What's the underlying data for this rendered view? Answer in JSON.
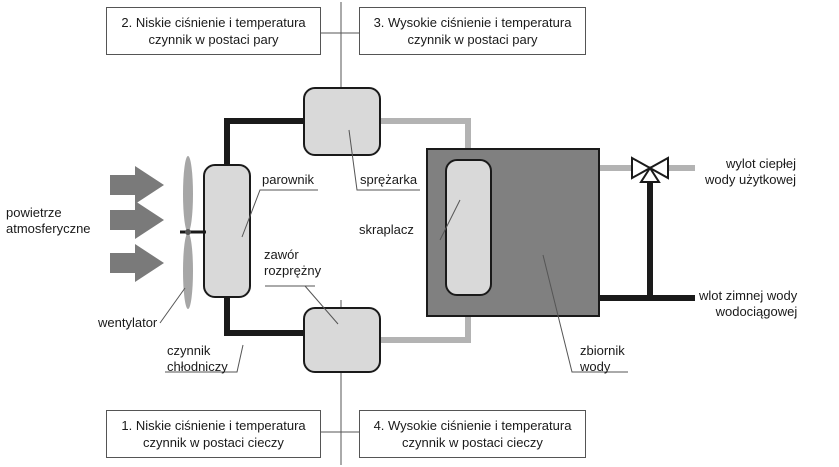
{
  "states": {
    "s1": {
      "line1": "1. Niskie ciśnienie i temperatura",
      "line2": "czynnik w postaci cieczy"
    },
    "s2": {
      "line1": "2. Niskie ciśnienie i temperatura",
      "line2": "czynnik w postaci pary"
    },
    "s3": {
      "line1": "3. Wysokie ciśnienie i temperatura",
      "line2": "czynnik w postaci pary"
    },
    "s4": {
      "line1": "4. Wysokie ciśnienie i temperatura",
      "line2": "czynnik w postaci cieczy"
    }
  },
  "labels": {
    "powietrze": [
      "powietrze",
      "atmosferyczne"
    ],
    "parownik": "parownik",
    "sprezarka": "sprężarka",
    "skraplacz": "skraplacz",
    "zawor": [
      "zawór",
      "rozprężny"
    ],
    "wentylator": "wentylator",
    "czynnik": [
      "czynnik",
      "chłodniczy"
    ],
    "zbiornik": [
      "zbiornik",
      "wody"
    ],
    "wylot": [
      "wylot ciepłej",
      "wody użytkowej"
    ],
    "wlot": [
      "wlot zimnej wody",
      "wodociągowej"
    ]
  },
  "colors": {
    "pipe_cold": "#1a1a1a",
    "pipe_hot": "#b3b3b3",
    "component_fill": "#d9d9d9",
    "tank_fill": "#808080",
    "arrow": "#7a7a7a",
    "fan": "#a6a6a6"
  }
}
